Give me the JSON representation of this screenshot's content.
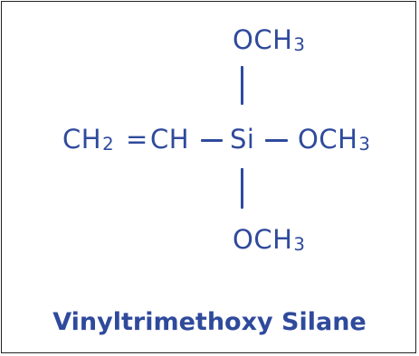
{
  "colors": {
    "ink": "#2f4a9c",
    "border": "#222222",
    "background": "#ffffff"
  },
  "molecule": {
    "top_group": {
      "text": "OCH",
      "sub": "3"
    },
    "left_group": {
      "text": "CH",
      "sub": "2"
    },
    "double_bond": "=",
    "vinyl_carbon": "CH",
    "center_atom": "Si",
    "right_group": {
      "text": "OCH",
      "sub": "3"
    },
    "bottom_group": {
      "text": "OCH",
      "sub": "3"
    }
  },
  "caption": "Vinyltrimethoxy Silane"
}
